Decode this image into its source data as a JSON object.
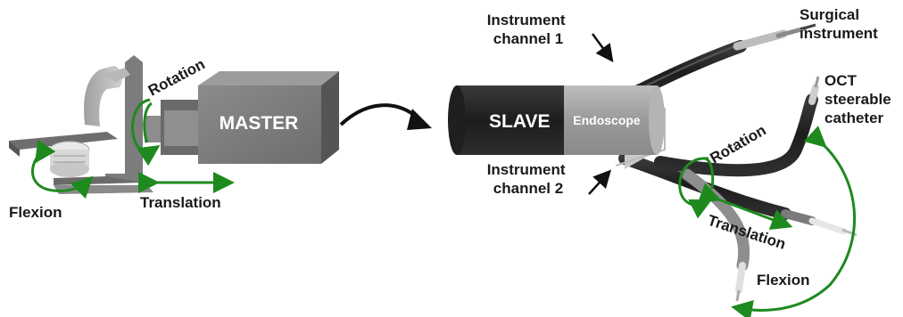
{
  "master_side": {
    "box_label": "MASTER",
    "rotation_label": "Rotation",
    "translation_label": "Translation",
    "flexion_label": "Flexion"
  },
  "slave_side": {
    "slave_label": "SLAVE",
    "endoscope_label": "Endoscope",
    "channel1_label": [
      "Instrument",
      "channel 1"
    ],
    "channel2_label": [
      "Instrument",
      "channel 2"
    ],
    "surgical_label": [
      "Surgical",
      "instrument"
    ],
    "oct_label": [
      "OCT",
      "steerable",
      "catheter"
    ],
    "rotation_label": "Rotation",
    "translation_label": "Translation",
    "flexion_label": "Flexion"
  },
  "colors": {
    "motion_arrow": "#1e8a1e",
    "slave_body": "#2b2b2b",
    "endoscope_body": "#9a9a9a",
    "master_box": "#7a7a7a",
    "instrument_dark": "#333333",
    "tip_light": "#e6e6e6"
  }
}
